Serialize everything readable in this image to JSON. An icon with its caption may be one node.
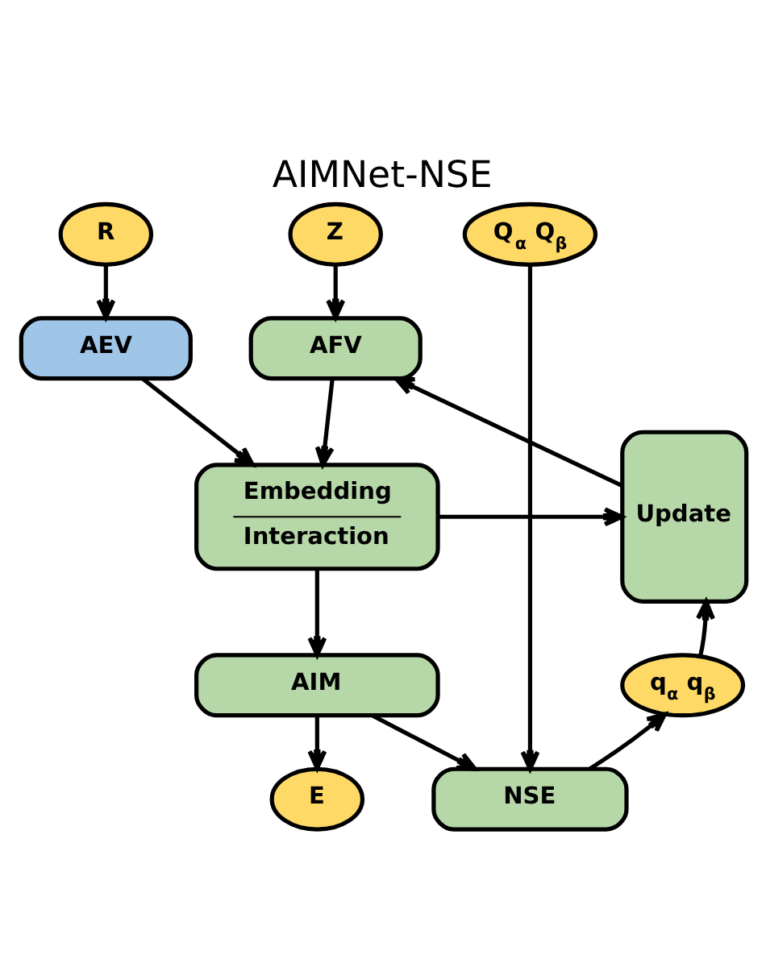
{
  "diagram": {
    "title": "AIMNet-NSE",
    "nodes": [
      {
        "text": [
          "R"
        ]
      },
      {
        "text": [
          "Z"
        ]
      },
      {
        "text": [
          "Q$_{α}$ Q$_{β}$"
        ]
      },
      {
        "text": [
          "AEV"
        ]
      },
      {
        "text": [
          "AFV"
        ]
      },
      {
        "text": [
          "Embedding",
          "Interaction"
        ]
      },
      {
        "text": [
          "Update"
        ]
      },
      {
        "text": [
          "AIM"
        ]
      },
      {
        "text": [
          "q$_{α}$ q$_{β}$"
        ]
      },
      {
        "text": [
          "E"
        ]
      },
      {
        "text": [
          "NSE"
        ]
      }
    ],
    "edges": [
      {
        "from": 0,
        "to": 3,
        "arrow": "to"
      },
      {
        "from": 1,
        "to": 4,
        "arrow": "to"
      },
      {
        "from": 3,
        "to": 5,
        "arrow": "to"
      },
      {
        "from": 4,
        "to": 5,
        "arrow": "to"
      },
      {
        "from": 5,
        "to": 6,
        "arrow": "to"
      },
      {
        "from": 6,
        "to": 4,
        "arrow": "to"
      },
      {
        "from": 5,
        "to": 7,
        "arrow": "to"
      },
      {
        "from": 7,
        "to": 9,
        "arrow": "to"
      },
      {
        "from": 7,
        "to": 10,
        "arrow": "to"
      },
      {
        "from": 10,
        "to": 8,
        "arrow": "to"
      },
      {
        "from": 8,
        "to": 6,
        "arrow": "to"
      },
      {
        "from": 2,
        "to": 10,
        "arrow": "to"
      }
    ]
  }
}
